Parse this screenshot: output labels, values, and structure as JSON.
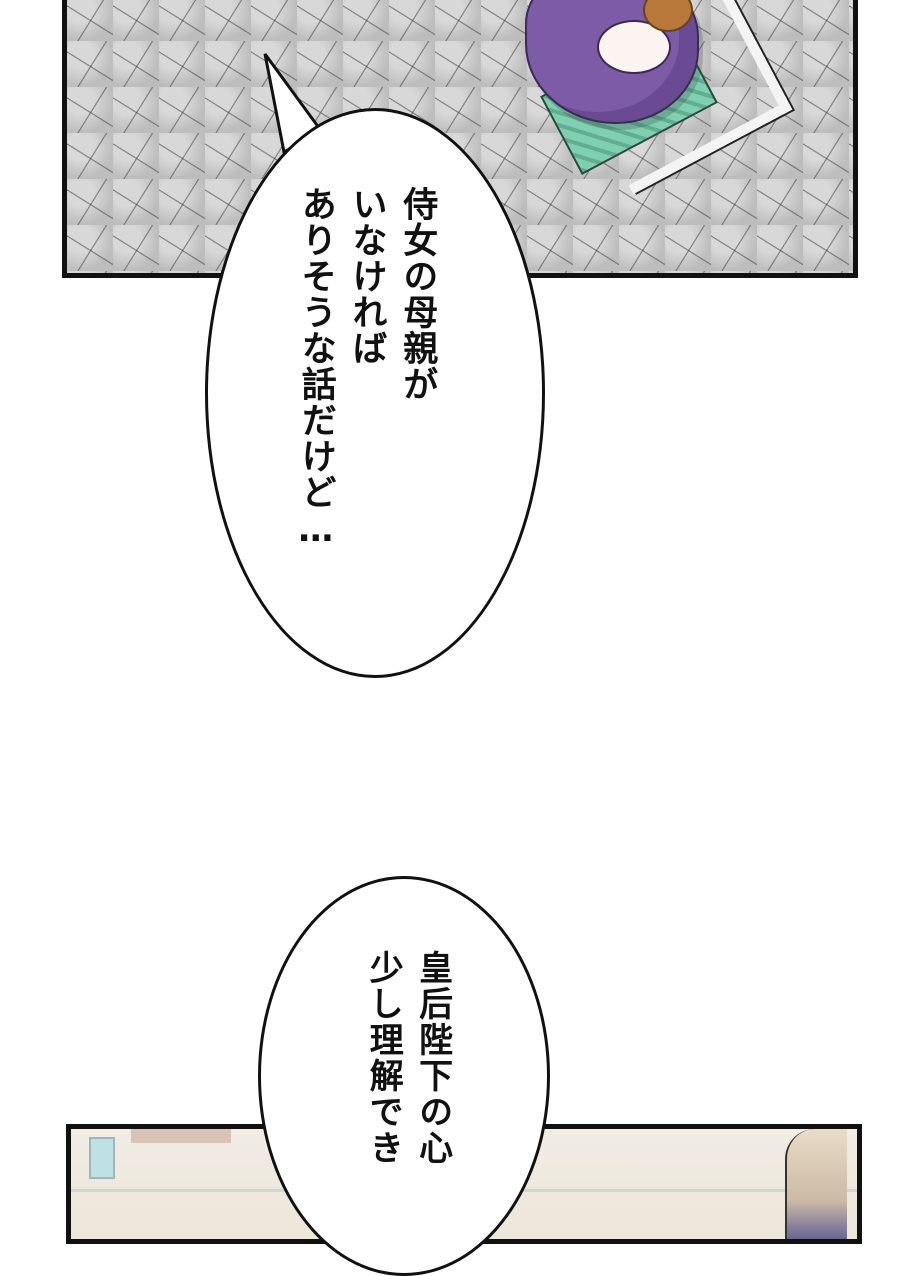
{
  "page": {
    "type": "manga-page",
    "reading_direction": "vertical-rl"
  },
  "panels": [
    {
      "id": "panel-top",
      "scene": "overhead view of stone-paved courtyard; figure in purple cloak seated on green rug",
      "colors": {
        "stone": "#c9c9c9",
        "cloak": "#7d5ba6",
        "hair": "#b7783a",
        "rug": "#7fd0b2",
        "border": "#111111"
      }
    },
    {
      "id": "panel-bottom",
      "scene": "interior wall with window; partially visible figure on right",
      "colors": {
        "wall": "#f1ece4",
        "window": "#bfe0e4",
        "accent": "#d9c2b6",
        "border": "#111111"
      }
    }
  ],
  "speech_bubbles": [
    {
      "id": "bubble-1",
      "lines": [
        "侍女の母親が",
        "いなければ",
        "ありそうな話だけど…"
      ],
      "full_text": "侍女の母親がいなければありそうな話だけど…"
    },
    {
      "id": "bubble-2",
      "lines": [
        "皇后陛下の心",
        "少し理解でき"
      ],
      "full_text": "皇后陛下の心少し理解でき"
    }
  ]
}
